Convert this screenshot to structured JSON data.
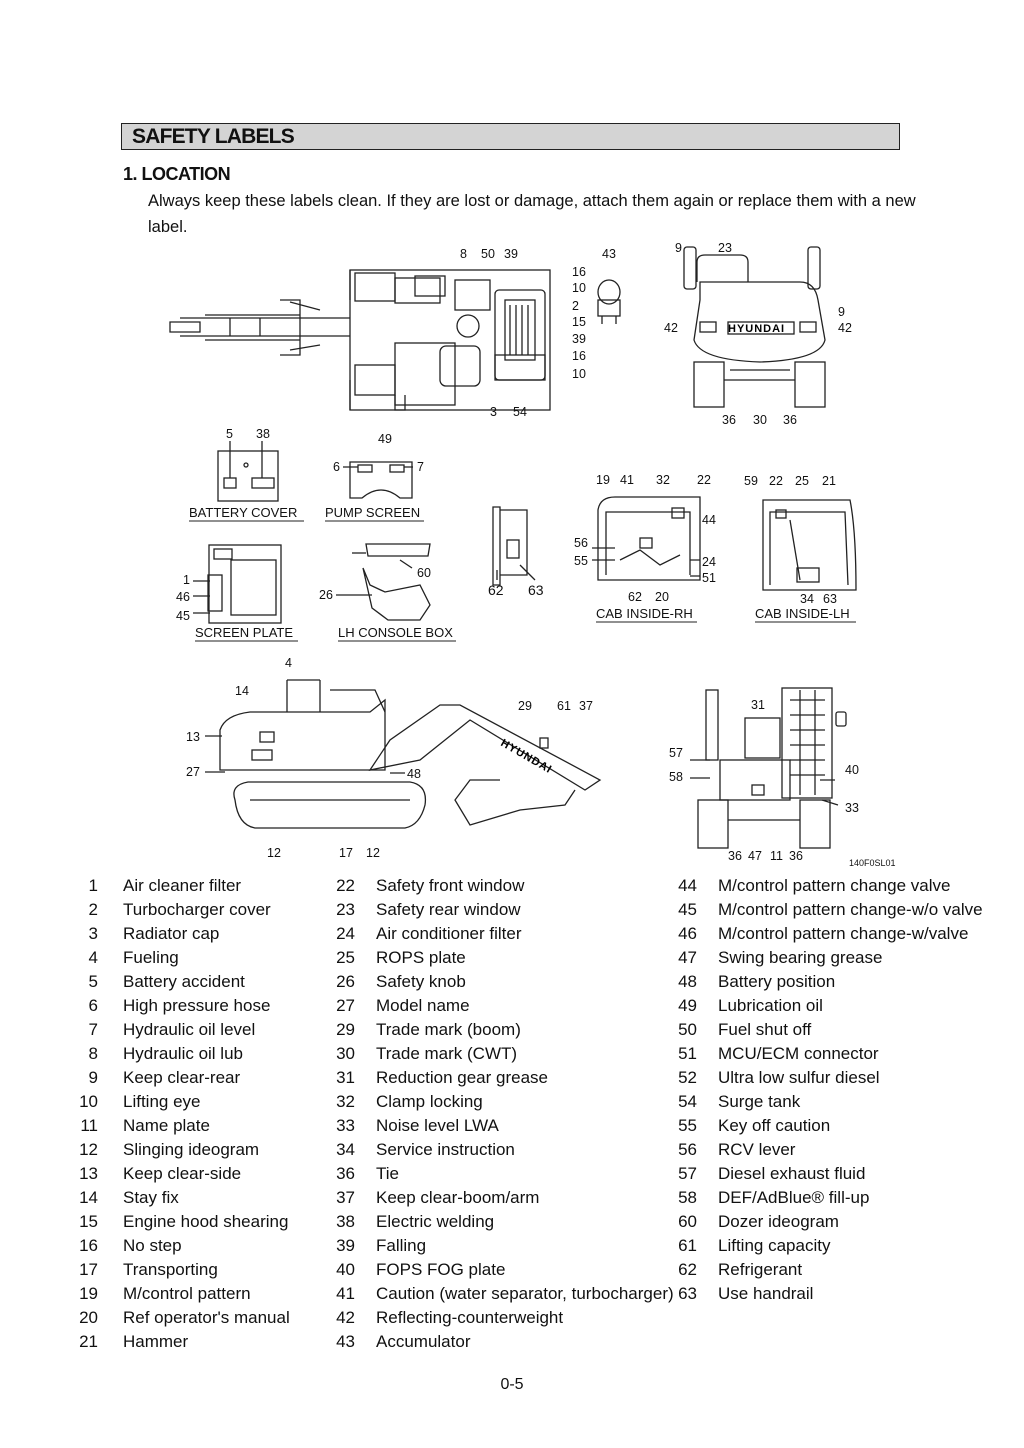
{
  "section_title": "SAFETY LABELS",
  "subheading": "1. LOCATION",
  "intro": "Always keep these labels clean.  If they are lost or damage, attach them again or replace them with a new label.",
  "diagram": {
    "top_view_callouts": [
      "8",
      "50",
      "39",
      "16",
      "10",
      "2",
      "15",
      "39",
      "16",
      "10",
      "3",
      "54"
    ],
    "accumulator_callout": "43",
    "rear_top_callouts": [
      "9",
      "23",
      "9",
      "42",
      "42",
      "36",
      "30",
      "36"
    ],
    "brand": "HYUNDAI",
    "battery_cover": {
      "label": "BATTERY COVER",
      "callouts": [
        "5",
        "38"
      ]
    },
    "pump_screen": {
      "label": "PUMP SCREEN",
      "callouts": [
        "49",
        "6",
        "7"
      ]
    },
    "screen_plate": {
      "label": "SCREEN PLATE",
      "callouts": [
        "1",
        "46",
        "45"
      ]
    },
    "lh_console_box": {
      "label": "LH CONSOLE BOX",
      "callouts": [
        "26",
        "60"
      ]
    },
    "small_panel_callouts": [
      "62",
      "63"
    ],
    "cab_inside_rh": {
      "label": "CAB INSIDE-RH",
      "callouts": [
        "19",
        "41",
        "32",
        "22",
        "44",
        "56",
        "55",
        "24",
        "51",
        "62",
        "20"
      ]
    },
    "cab_inside_lh": {
      "label": "CAB INSIDE-LH",
      "callouts": [
        "59",
        "22",
        "25",
        "21",
        "34",
        "63"
      ]
    },
    "side_view_callouts": [
      "4",
      "14",
      "13",
      "27",
      "48",
      "29",
      "61",
      "37",
      "12",
      "17",
      "12"
    ],
    "rear_bottom_callouts": [
      "31",
      "57",
      "58",
      "40",
      "33",
      "36",
      "47",
      "11",
      "36"
    ],
    "figure_code": "140F0SL01"
  },
  "labels_col1": [
    {
      "n": "1",
      "t": "Air cleaner filter"
    },
    {
      "n": "2",
      "t": "Turbocharger cover"
    },
    {
      "n": "3",
      "t": "Radiator cap"
    },
    {
      "n": "4",
      "t": "Fueling"
    },
    {
      "n": "5",
      "t": "Battery accident"
    },
    {
      "n": "6",
      "t": "High pressure hose"
    },
    {
      "n": "7",
      "t": "Hydraulic oil level"
    },
    {
      "n": "8",
      "t": "Hydraulic oil lub"
    },
    {
      "n": "9",
      "t": "Keep clear-rear"
    },
    {
      "n": "10",
      "t": "Lifting eye"
    },
    {
      "n": "11",
      "t": "Name plate"
    },
    {
      "n": "12",
      "t": "Slinging ideogram"
    },
    {
      "n": "13",
      "t": "Keep clear-side"
    },
    {
      "n": "14",
      "t": "Stay fix"
    },
    {
      "n": "15",
      "t": "Engine hood shearing"
    },
    {
      "n": "16",
      "t": "No step"
    },
    {
      "n": "17",
      "t": "Transporting"
    },
    {
      "n": "19",
      "t": "M/control pattern"
    },
    {
      "n": "20",
      "t": "Ref operator's manual"
    },
    {
      "n": "21",
      "t": "Hammer"
    }
  ],
  "labels_col2": [
    {
      "n": "22",
      "t": "Safety front window"
    },
    {
      "n": "23",
      "t": "Safety rear window"
    },
    {
      "n": "24",
      "t": "Air conditioner filter"
    },
    {
      "n": "25",
      "t": "ROPS plate"
    },
    {
      "n": "26",
      "t": "Safety knob"
    },
    {
      "n": "27",
      "t": "Model name"
    },
    {
      "n": "29",
      "t": "Trade mark (boom)"
    },
    {
      "n": "30",
      "t": "Trade mark (CWT)"
    },
    {
      "n": "31",
      "t": "Reduction gear grease"
    },
    {
      "n": "32",
      "t": "Clamp locking"
    },
    {
      "n": "33",
      "t": "Noise level LWA"
    },
    {
      "n": "34",
      "t": "Service instruction"
    },
    {
      "n": "36",
      "t": "Tie"
    },
    {
      "n": "37",
      "t": "Keep clear-boom/arm"
    },
    {
      "n": "38",
      "t": "Electric welding"
    },
    {
      "n": "39",
      "t": "Falling"
    },
    {
      "n": "40",
      "t": "FOPS FOG plate"
    },
    {
      "n": "41",
      "t": "Caution (water separator, turbocharger)"
    },
    {
      "n": "42",
      "t": "Reflecting-counterweight"
    },
    {
      "n": "43",
      "t": "Accumulator"
    }
  ],
  "labels_col3": [
    {
      "n": "44",
      "t": "M/control pattern change valve"
    },
    {
      "n": "45",
      "t": "M/control pattern change-w/o valve"
    },
    {
      "n": "46",
      "t": "M/control pattern change-w/valve"
    },
    {
      "n": "47",
      "t": "Swing bearing grease"
    },
    {
      "n": "48",
      "t": "Battery position"
    },
    {
      "n": "49",
      "t": "Lubrication oil"
    },
    {
      "n": "50",
      "t": "Fuel shut off"
    },
    {
      "n": "51",
      "t": "MCU/ECM connector"
    },
    {
      "n": "52",
      "t": "Ultra low sulfur diesel"
    },
    {
      "n": "54",
      "t": "Surge tank"
    },
    {
      "n": "55",
      "t": "Key off caution"
    },
    {
      "n": "56",
      "t": "RCV lever"
    },
    {
      "n": "57",
      "t": "Diesel exhaust fluid"
    },
    {
      "n": "58",
      "t": "DEF/AdBlue® fill-up"
    },
    {
      "n": "60",
      "t": "Dozer ideogram"
    },
    {
      "n": "61",
      "t": "Lifting capacity"
    },
    {
      "n": "62",
      "t": "Refrigerant"
    },
    {
      "n": "63",
      "t": "Use handrail"
    }
  ],
  "page_number": "0-5"
}
